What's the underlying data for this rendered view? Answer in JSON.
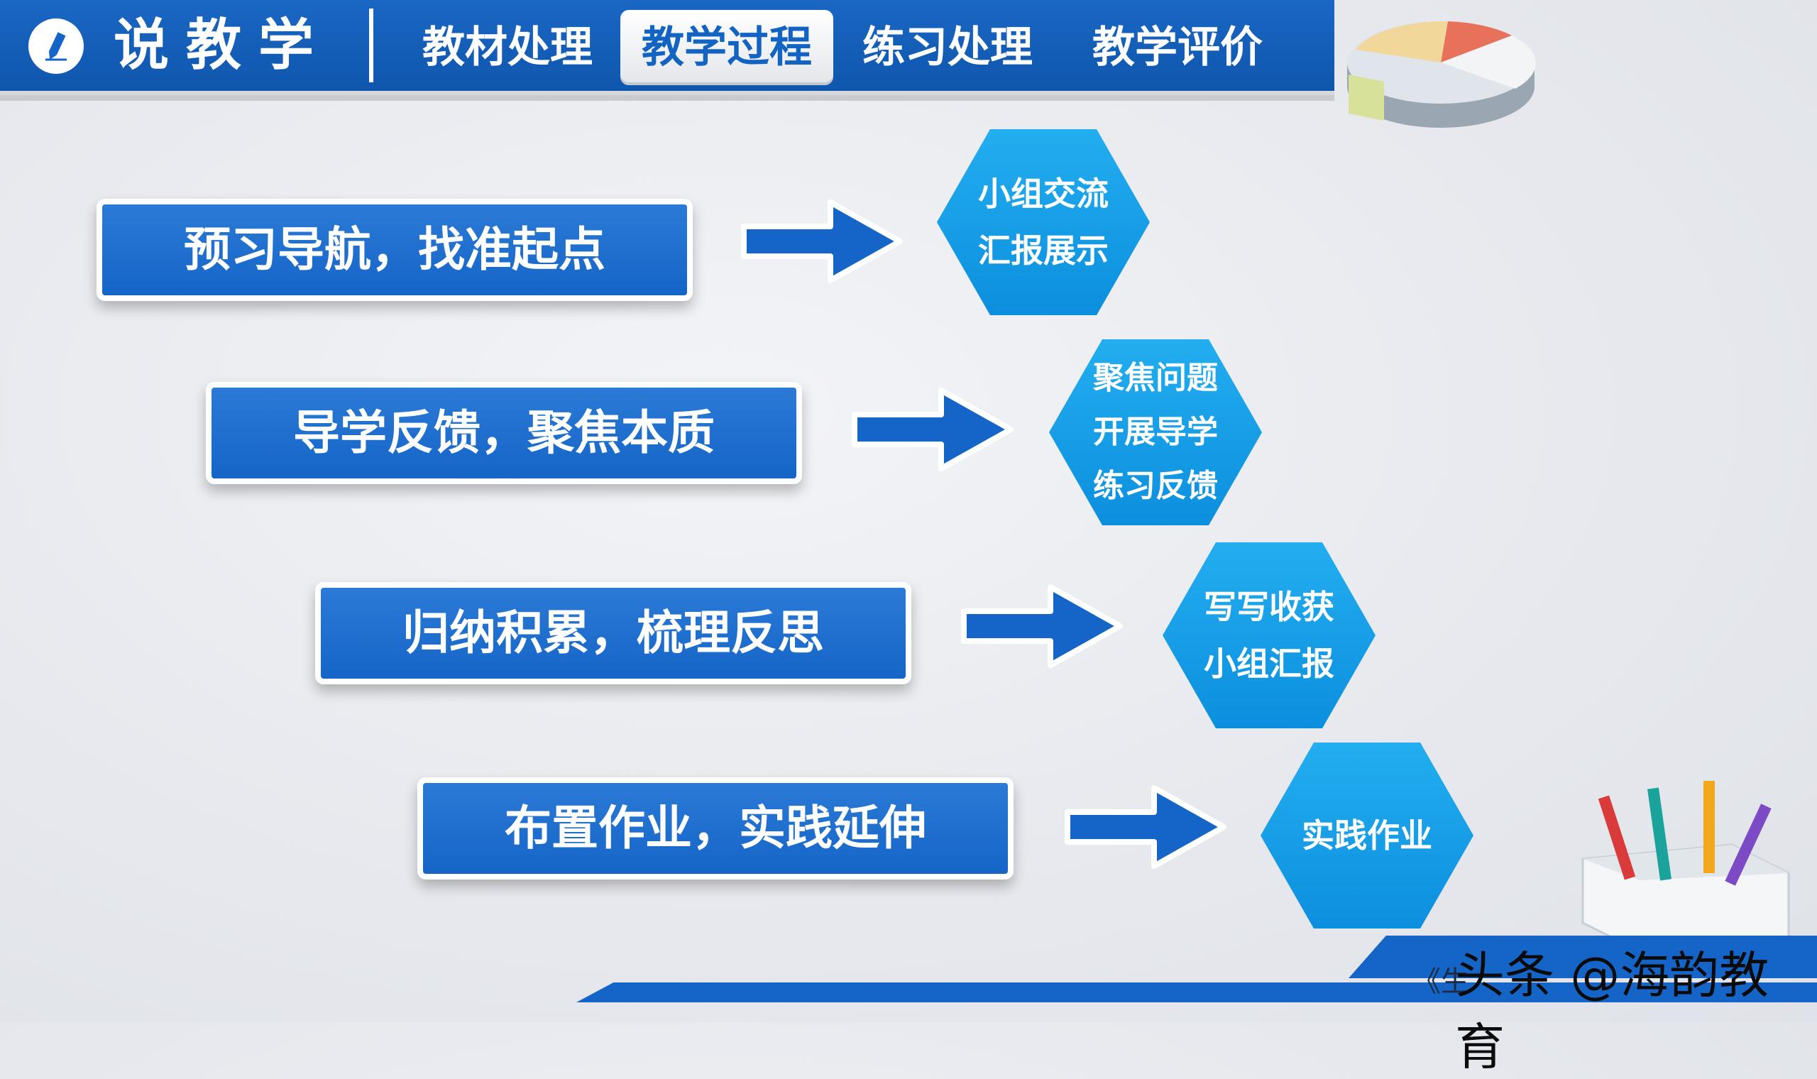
{
  "header": {
    "title": "说教学",
    "nav": [
      {
        "label": "教材处理",
        "active": false
      },
      {
        "label": "教学过程",
        "active": true
      },
      {
        "label": "练习处理",
        "active": false
      },
      {
        "label": "教学评价",
        "active": false
      }
    ]
  },
  "steps": [
    {
      "label": "预习导航，找准起点",
      "detail": [
        "小组交流",
        "汇报展示"
      ]
    },
    {
      "label": "导学反馈，聚焦本质",
      "detail": [
        "聚焦问题",
        "开展导学",
        "练习反馈"
      ]
    },
    {
      "label": "归纳积累，梳理反思",
      "detail": [
        "写写收获",
        "小组汇报"
      ]
    },
    {
      "label": "布置作业，实践延伸",
      "detail": [
        "实践作业"
      ]
    }
  ],
  "footer": {
    "caption": "《生",
    "watermark": "头条 @海韵教育"
  },
  "colors": {
    "header_blue": "#1565c8",
    "step_blue": "#1565c8",
    "hex_blue": "#0c8fde",
    "active_tab_text": "#1363c2"
  },
  "icons": [
    "pencil-icon",
    "arrow-right-icon",
    "pie-chart-decoration",
    "pencil-box-decoration"
  ]
}
